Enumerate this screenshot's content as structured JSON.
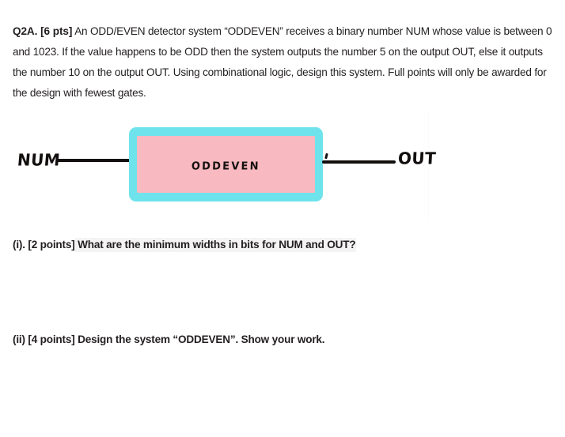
{
  "document": {
    "question_number": "Q2A.",
    "points_tag": "[6 pts]",
    "body_text": " An ODD/EVEN detector system “ODDEVEN” receives a binary number NUM whose value is between 0 and 1023. If the value happens to be ODD then the system outputs the number 5 on the output OUT, else it outputs the number 10 on the output OUT. Using combinational logic, design this system. Full points will only be awarded for the design with fewest gates."
  },
  "diagram": {
    "block_label": "ODDEVEN",
    "input_label": "NUM",
    "output_label": "OUT",
    "border_color": "#6FE3EC",
    "fill_color": "#F8B9C1",
    "wire_color": "#120F0E"
  },
  "subquestions": [
    {
      "marker": "(i). [2 points]",
      "highlighted_text": " What are the minimum widths in bits for NUM and OUT?",
      "tail_text": ""
    },
    {
      "marker": "(ii) [4 points]",
      "plain_text": " Design the system “ODDEVEN”. Show your work."
    }
  ]
}
